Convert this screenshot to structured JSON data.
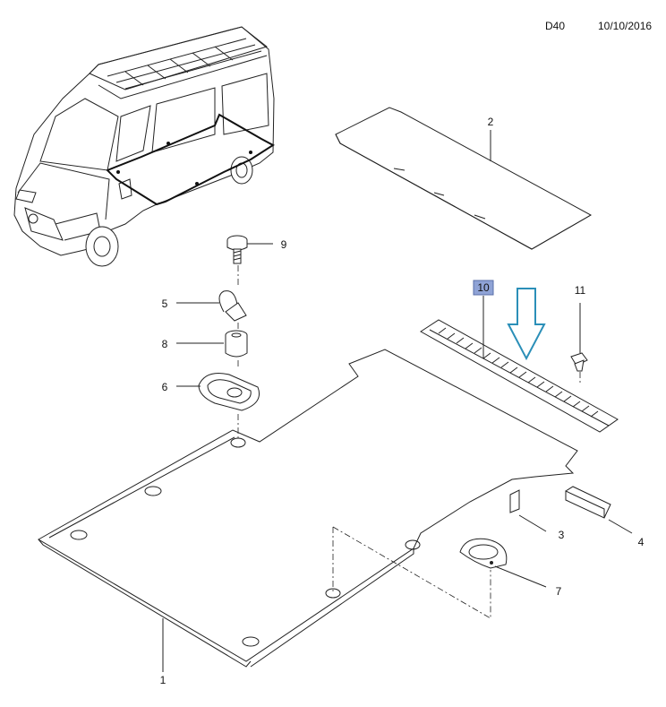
{
  "header": {
    "diagram_code": "D40",
    "date": "10/10/2016"
  },
  "callouts": {
    "c1": "1",
    "c2": "2",
    "c3": "3",
    "c4": "4",
    "c5": "5",
    "c6": "6",
    "c7": "7",
    "c8": "8",
    "c9": "9",
    "c10": "10",
    "c11": "11"
  },
  "colors": {
    "highlight_fill": "#8fa3d6",
    "arrow_stroke": "#2b8fb8",
    "line": "#222222"
  },
  "icons": {
    "indicator": "down-arrow-icon"
  }
}
